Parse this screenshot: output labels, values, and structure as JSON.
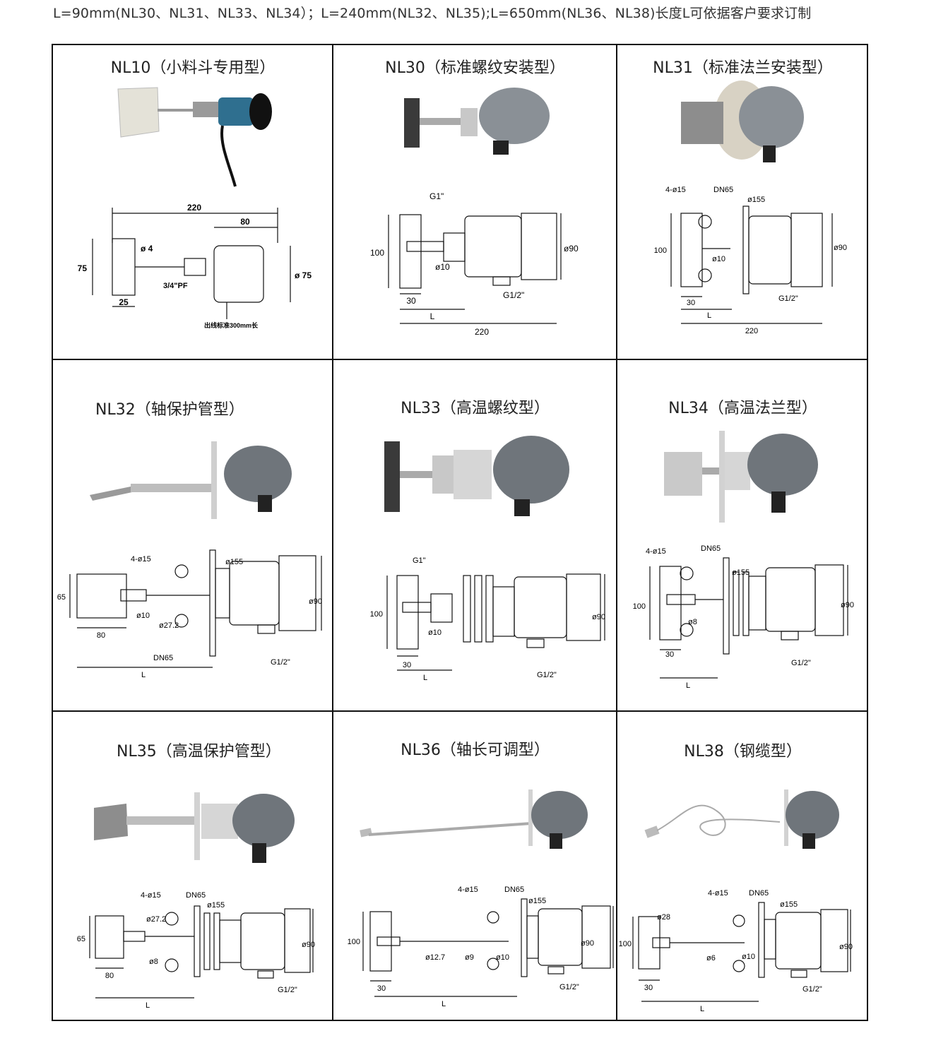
{
  "note": "L=90mm(NL30、NL31、NL33、NL34）；L=240mm(NL32、NL35);L=650mm(NL36、NL38)长度L可依据客户要求订制",
  "cells": [
    {
      "title": "NL10（小料斗专用型）",
      "dims": {
        "d220": "220",
        "d80": "80",
        "d4": "ø 4",
        "d75a": "75",
        "d75b": "ø 75",
        "d25": "25",
        "thread": "3/4\"PF",
        "cable": "出线标准300mm长"
      }
    },
    {
      "title": "NL30（标准螺纹安装型）",
      "dims": {
        "g1": "G1\"",
        "d100": "100",
        "d10": "ø10",
        "d90": "ø90",
        "d30": "30",
        "dl": "L",
        "g12": "G1/2\"",
        "d220": "220"
      }
    },
    {
      "title": "NL31（标准法兰安装型）",
      "dims": {
        "holes": "4-ø15",
        "dn": "DN65",
        "d155": "ø155",
        "d100": "100",
        "d10": "ø10",
        "d90": "ø90",
        "d30": "30",
        "dl": "L",
        "g12": "G1/2\"",
        "d220": "220"
      }
    },
    {
      "title": "NL32（轴保护管型）",
      "dims": {
        "holes": "4-ø15",
        "d155": "ø155",
        "d65": "65",
        "d10": "ø10",
        "d272": "ø27.2",
        "d90": "ø90",
        "d80": "80",
        "dn": "DN65",
        "g12": "G1/2\"",
        "dl": "L"
      }
    },
    {
      "title": "NL33（高温螺纹型）",
      "dims": {
        "g1": "G1\"",
        "d100": "100",
        "d10": "ø10",
        "d90": "ø90",
        "d30": "30",
        "dl": "L",
        "g12": "G1/2\""
      }
    },
    {
      "title": "NL34（高温法兰型）",
      "dims": {
        "holes": "4-ø15",
        "dn": "DN65",
        "d155": "ø155",
        "d100": "100",
        "d8": "ø8",
        "d90": "ø90",
        "d30": "30",
        "g12": "G1/2\"",
        "dl": "L"
      }
    },
    {
      "title": "NL35（高温保护管型）",
      "dims": {
        "holes": "4-ø15",
        "dn": "DN65",
        "d272": "ø27.2",
        "d155": "ø155",
        "d65": "65",
        "d90": "ø90",
        "d80": "80",
        "d8": "ø8",
        "g12": "G1/2\"",
        "dl": "L"
      }
    },
    {
      "title": "NL36（轴长可调型）",
      "dims": {
        "holes": "4-ø15",
        "dn": "DN65",
        "d155": "ø155",
        "d100": "100",
        "d90": "ø90",
        "d127": "ø12.7",
        "d9": "ø9",
        "d10": "ø10",
        "d30": "30",
        "g12": "G1/2\"",
        "dl": "L"
      }
    },
    {
      "title": "NL38（钢缆型）",
      "dims": {
        "holes": "4-ø15",
        "dn": "DN65",
        "d155": "ø155",
        "d28": "ø28",
        "d100": "100",
        "d90": "ø90",
        "d6": "ø6",
        "d10": "ø10",
        "d30": "30",
        "g12": "G1/2\"",
        "dl": "L"
      }
    }
  ],
  "colors": {
    "housing": "#8a9096",
    "housing_blue": "#2f6f8f",
    "paddle": "#3a3a3a",
    "line": "#111111"
  }
}
